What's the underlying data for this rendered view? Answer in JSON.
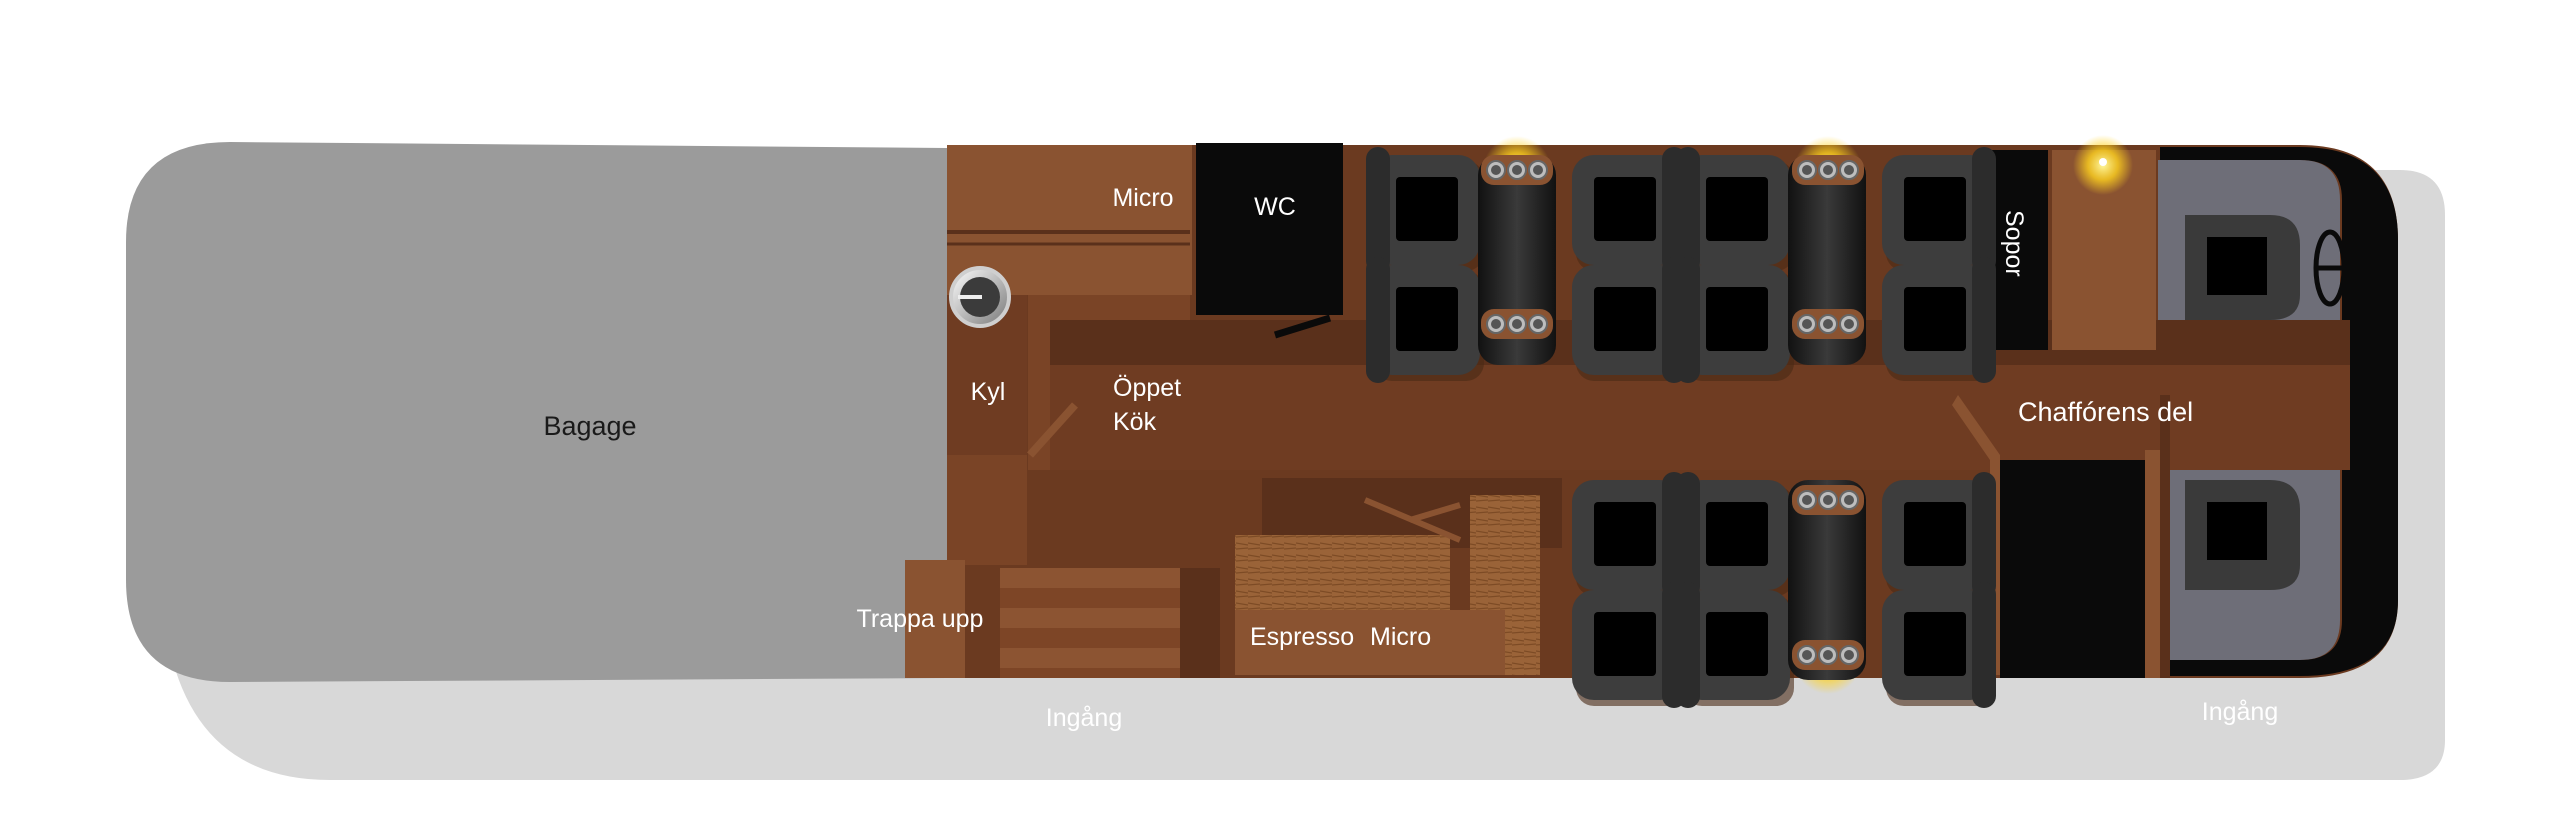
{
  "labels": {
    "bagage": "Bagage",
    "micro_top": "Micro",
    "wc": "WC",
    "kyl": "Kyl",
    "oppet_line1": "Öppet",
    "oppet_line2": "Kök",
    "sopor": "Sopor",
    "chaufforens_del": "Chaffórens del",
    "trappa_upp": "Trappa upp",
    "espresso": "Espresso",
    "micro_bottom": "Micro",
    "ingang_left": "Ingång",
    "ingang_right": "Ingång"
  },
  "colors": {
    "luggage_gray": "#9b9b9b",
    "shadow_gray": "#d8d8d8",
    "floor_brown": "#6b3a20",
    "counter_brown": "#8a5331",
    "seat_dark": "#3a3a3a",
    "table_dark": "#1e1e1e",
    "lamp_yellow": "#ffe04a",
    "cab_gray": "#6e6e78",
    "label_white": "#ffffff",
    "label_black": "#1a1a1a"
  }
}
